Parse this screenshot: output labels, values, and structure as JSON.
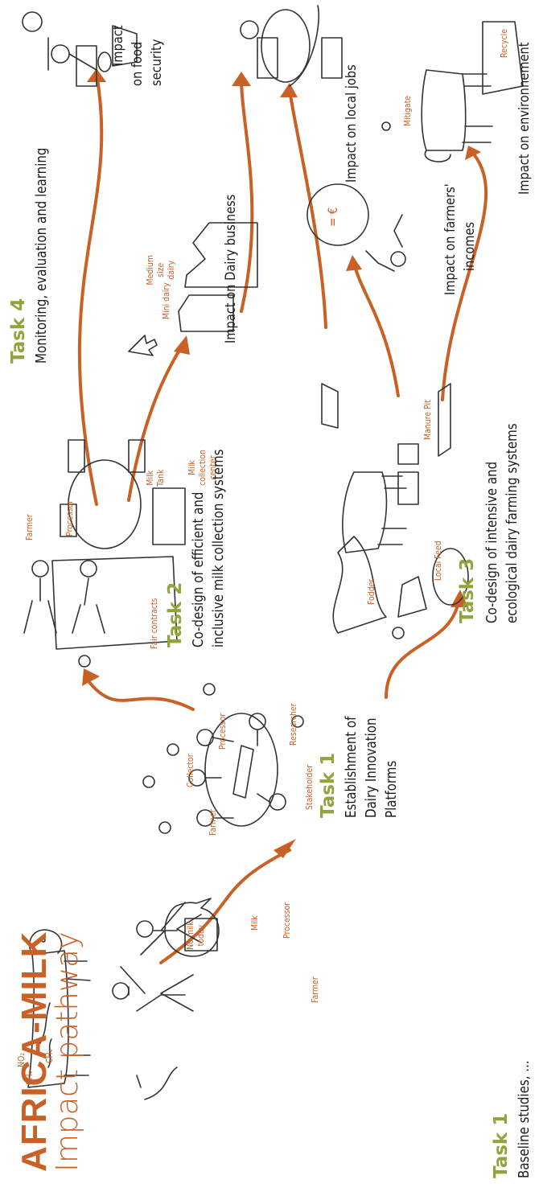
{
  "title": {
    "line1": "AFRICA-MILK",
    "line2": "Impact pathway"
  },
  "tasks": [
    {
      "heading": "Task 1",
      "description": [
        "Baseline studies, ..."
      ]
    },
    {
      "heading": "Task 1",
      "description": [
        "Establishment of",
        "Dairy Innovation",
        "Platforms"
      ]
    },
    {
      "heading": "Task 2",
      "description": [
        "Co-design of efficient and",
        "inclusive milk collection systems"
      ]
    },
    {
      "heading": "Task 3",
      "description": [
        "Co-design of intensive and",
        "ecological dairy farming systems"
      ]
    },
    {
      "heading": "Task 4",
      "description": [
        "Monitoring, evaluation and learning"
      ]
    }
  ],
  "impacts": {
    "food_security": [
      "Impact",
      "on food",
      "security"
    ],
    "dairy_business": [
      "Impact on Dairy business"
    ],
    "local_jobs": [
      "Impact on local jobs"
    ],
    "farmers_incomes": [
      "Impact on farmers'",
      "incomes"
    ],
    "environment": [
      "Impact  on environnement"
    ]
  },
  "labels": {
    "gases": {
      "no2": "NO₂",
      "ch4": "CH₄",
      "ch4b": "CH₄"
    },
    "bubble": "No milk today",
    "baseline_farmer": "Farmer",
    "baseline_processor": "Processor",
    "milk_can": "Milk",
    "platform_farmer": "Farmer",
    "platform_collector": "Collector",
    "platform_processor": "Processor",
    "platform_stakeholder": "Stakeholder",
    "platform_researcher": "Researcher",
    "t2_farmer": "Farmer",
    "t2_processor": "Processor",
    "fair_contracts": "Fair contracts",
    "milk_tank": "Milk Tank",
    "milk_collection_center": "Milk collection center",
    "fodder": "Fodder",
    "local_feed": "Local Feed",
    "manure_pit": "Manure Pit",
    "mini_dairy": "Mini dairy",
    "medium_dairy": "Medium size dairy",
    "mitigate": "Mitigate",
    "recycle": "Recycle",
    "euro": "= €"
  },
  "colors": {
    "accent": "#c96127",
    "task": "#8fa63c",
    "ink": "#1a1a1a"
  }
}
